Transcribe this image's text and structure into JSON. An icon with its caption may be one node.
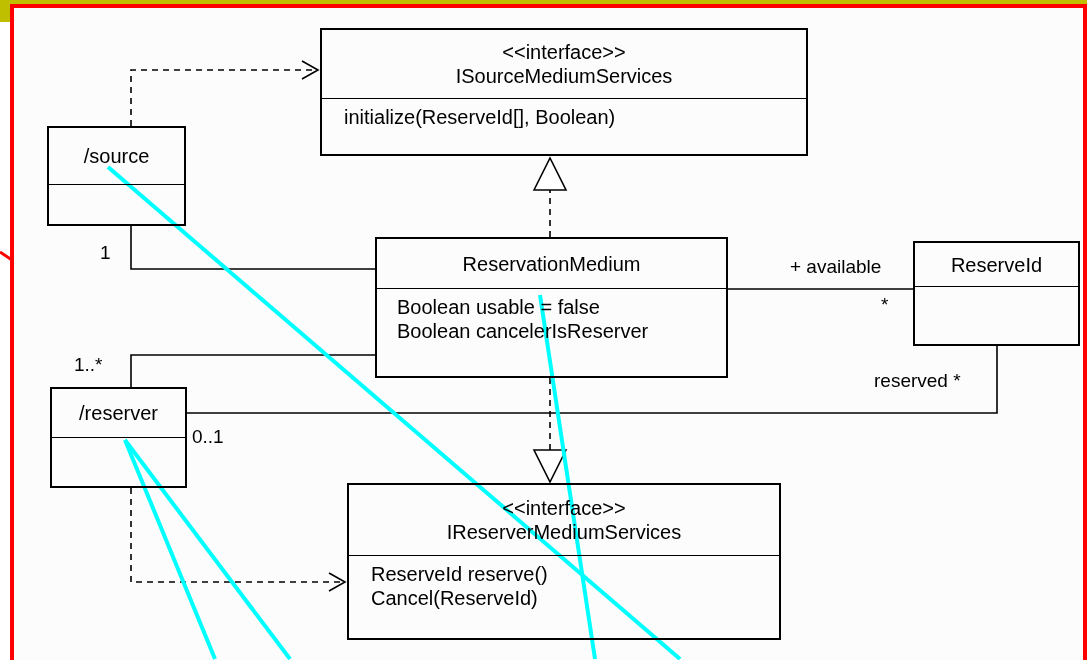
{
  "diagram": {
    "nodes": [
      {
        "text": [
          "<<interface>>",
          "ISourceMediumServices",
          "initialize(ReserveId[], Boolean)"
        ]
      },
      {
        "text": [
          "/source"
        ]
      },
      {
        "text": [
          "ReservationMedium",
          "Boolean usable = false",
          "Boolean cancelerIsReserver"
        ]
      },
      {
        "text": [
          "ReserveId"
        ]
      },
      {
        "text": [
          "/reserver"
        ]
      },
      {
        "text": [
          "<<interface>>",
          "IReserverMediumServices",
          "ReserveId reserve()",
          "Cancel(ReserveId)"
        ]
      }
    ],
    "edges": [
      {
        "from": 1,
        "to": 0,
        "arrow": "to",
        "style": "dashed"
      },
      {
        "from": 2,
        "to": 0,
        "arrow": "to",
        "style": "dashed"
      },
      {
        "from": 1,
        "to": 2,
        "arrow": "none"
      },
      {
        "from": 4,
        "to": 2,
        "arrow": "none"
      },
      {
        "from": 2,
        "to": 3,
        "arrow": "none"
      },
      {
        "from": 4,
        "to": 3,
        "arrow": "none"
      },
      {
        "from": 2,
        "to": 5,
        "arrow": "to",
        "style": "dashed"
      },
      {
        "from": 4,
        "to": 5,
        "arrow": "to",
        "style": "dashed"
      },
      {
        "from": 1,
        "to": null,
        "arrow": "none",
        "style": "thick",
        "color": "#00ffff"
      },
      {
        "from": 2,
        "to": null,
        "arrow": "none",
        "style": "thick",
        "color": "#00ffff"
      },
      {
        "from": 4,
        "to": null,
        "arrow": "none",
        "style": "thick",
        "color": "#00ffff"
      },
      {
        "from": 4,
        "to": null,
        "arrow": "none",
        "style": "thick",
        "color": "#00ffff"
      }
    ],
    "labels": [
      "1",
      "1..*",
      "+ available",
      "*",
      "reserved *",
      "0..1"
    ]
  }
}
